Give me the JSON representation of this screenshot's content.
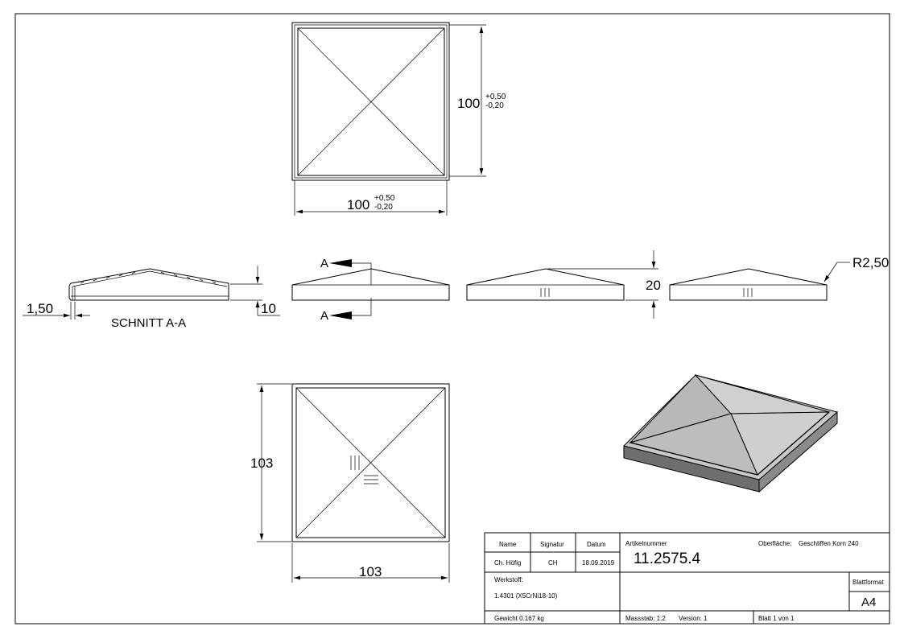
{
  "dimensions": {
    "top_height": "100",
    "top_height_tol_plus": "+0,50",
    "top_height_tol_minus": "-0,20",
    "top_width": "100",
    "top_width_tol_plus": "+0,50",
    "top_width_tol_minus": "-0,20",
    "thickness": "1,50",
    "rim_height": "10",
    "total_height": "20",
    "radius": "R2,50",
    "bottom_height": "103",
    "bottom_width": "103"
  },
  "section": {
    "label_top": "A",
    "label_bottom": "A",
    "title": "SCHNITT A-A"
  },
  "title_block": {
    "header_name": "Name",
    "header_signatur": "Signatur",
    "header_datum": "Datum",
    "name": "Ch. Höfig",
    "signatur": "CH",
    "datum": "18.09.2019",
    "artikel_label": "Artikelnummer",
    "artikel_value": "11.2575.4",
    "oberflaeche_label": "Oberfläche:",
    "oberflaeche_value": "Geschliffen Korn 240",
    "werkstoff_label": "Werkstoff:",
    "werkstoff_value": "1.4301 (X5CrNi18-10)",
    "blattformat_label": "Blattformat",
    "blattformat_value": "A4",
    "gewicht": "Gewicht 0.167 kg",
    "massstab": "Massstab: 1:2",
    "version": "Version: 1",
    "blatt": "Blatt 1 von 1"
  }
}
